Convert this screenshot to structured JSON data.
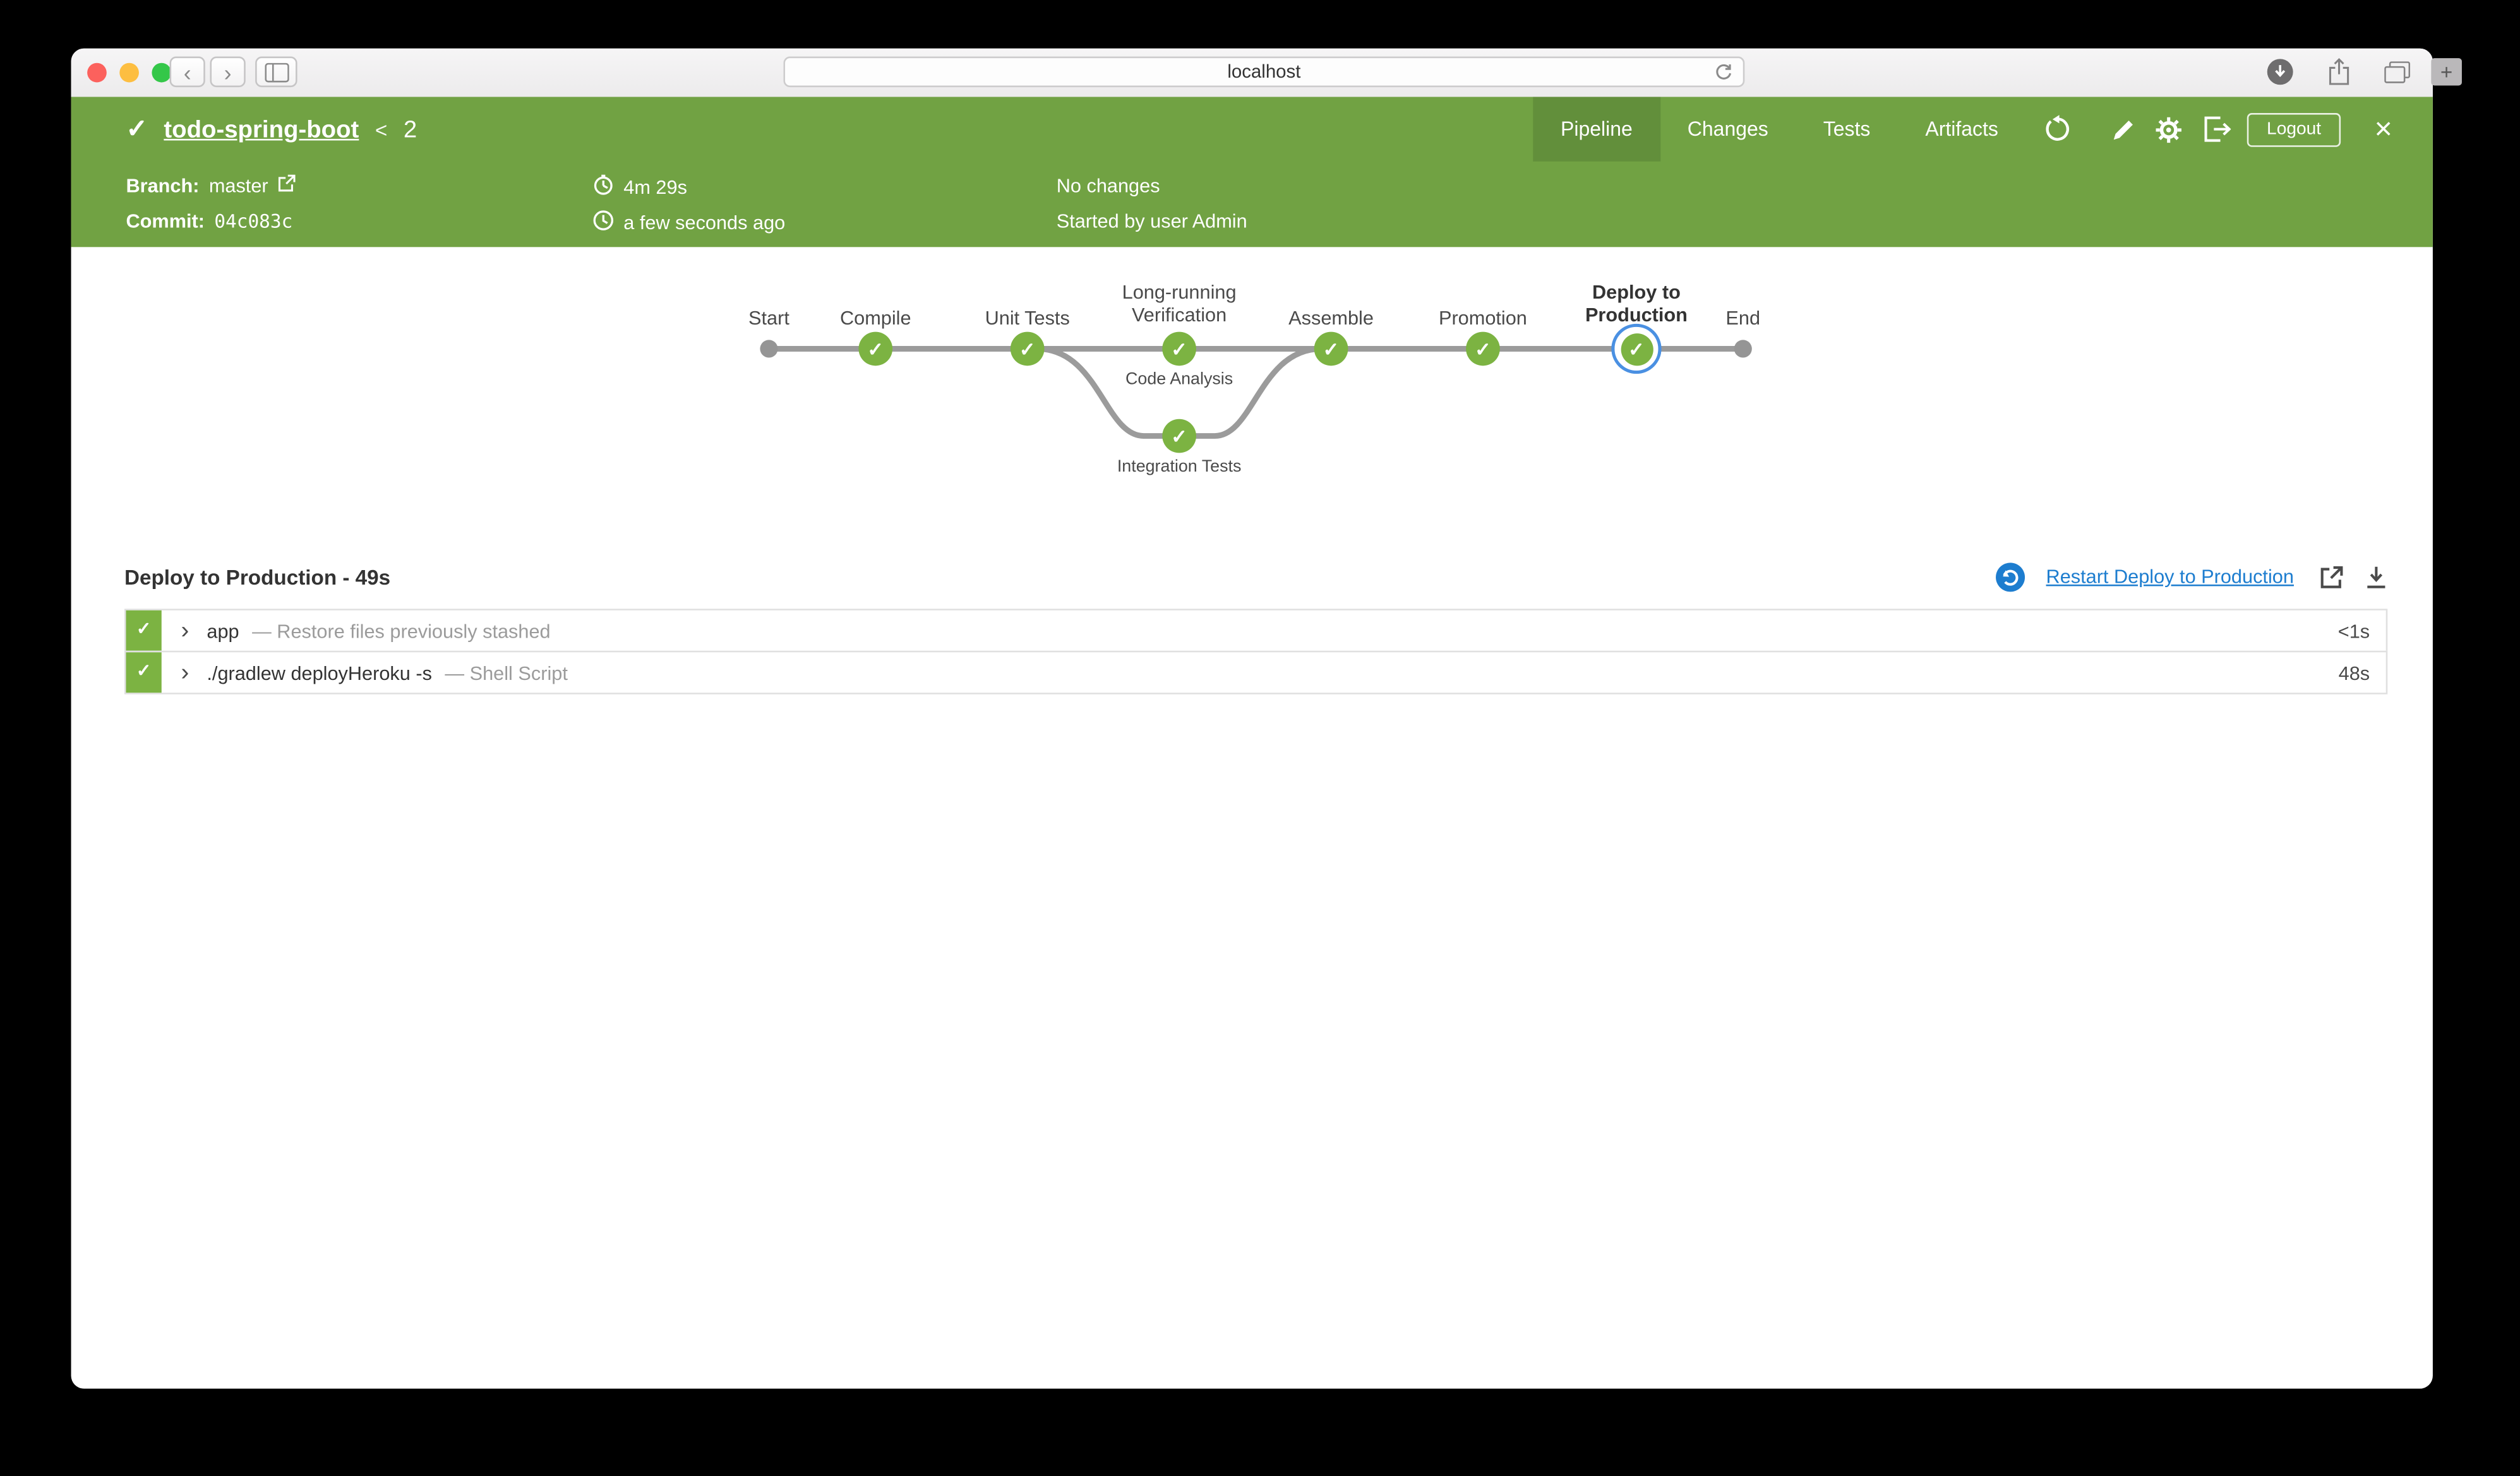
{
  "browser": {
    "url": "localhost"
  },
  "header": {
    "pipeline_name": "todo-spring-boot",
    "separator": "<",
    "run_number": "2",
    "tabs": [
      {
        "label": "Pipeline",
        "active": true
      },
      {
        "label": "Changes",
        "active": false
      },
      {
        "label": "Tests",
        "active": false
      },
      {
        "label": "Artifacts",
        "active": false
      }
    ],
    "logout_label": "Logout"
  },
  "run_info": {
    "branch_label": "Branch:",
    "branch_value": "master",
    "commit_label": "Commit:",
    "commit_value": "04c083c",
    "duration": "4m 29s",
    "time_ago": "a few seconds ago",
    "changes": "No changes",
    "started_by": "Started by user Admin"
  },
  "pipeline": {
    "stages": [
      {
        "name": "Start",
        "state": "start"
      },
      {
        "name": "Compile",
        "state": "success"
      },
      {
        "name": "Unit Tests",
        "state": "success"
      },
      {
        "name": "Long-running Verification",
        "state": "success",
        "branches": [
          {
            "name": "Code Analysis",
            "state": "success"
          },
          {
            "name": "Integration Tests",
            "state": "success"
          }
        ]
      },
      {
        "name": "Assemble",
        "state": "success"
      },
      {
        "name": "Promotion",
        "state": "success"
      },
      {
        "name": "Deploy to Production",
        "state": "success",
        "selected": true
      },
      {
        "name": "End",
        "state": "end"
      }
    ]
  },
  "stage_detail": {
    "title": "Deploy to Production - 49s",
    "restart_label": "Restart Deploy to Production",
    "steps": [
      {
        "name": "app",
        "desc": "— Restore files previously stashed",
        "duration": "<1s"
      },
      {
        "name": "./gradlew deployHeroku -s",
        "desc": "— Shell Script",
        "duration": "48s"
      }
    ]
  },
  "colors": {
    "header_green": "#71a243",
    "active_tab_green": "#628f3b",
    "success_green": "#7cb342",
    "selected_ring_blue": "#4a90e2",
    "link_blue": "#1d7dcf",
    "connector_gray": "#9b9b9b"
  },
  "icons": {
    "run-status": "check",
    "back": "chevron-left",
    "forward": "chevron-right",
    "sidebar": "sidebar-panes",
    "reload": "refresh-arrow",
    "downloads": "circle-down-arrow",
    "share": "box-up-arrow",
    "tab-overview": "overlapping-squares",
    "new-tab": "plus",
    "branch-external": "external-link",
    "duration": "stopwatch",
    "time": "clock",
    "rerun": "replay-arrow",
    "edit": "pencil",
    "settings": "gear",
    "exit": "door-arrow",
    "close": "x",
    "restart": "blue-refresh-circle",
    "open-log": "external-window",
    "download-log": "download-tray",
    "step-expand": "chevron-right",
    "step-status": "check"
  }
}
